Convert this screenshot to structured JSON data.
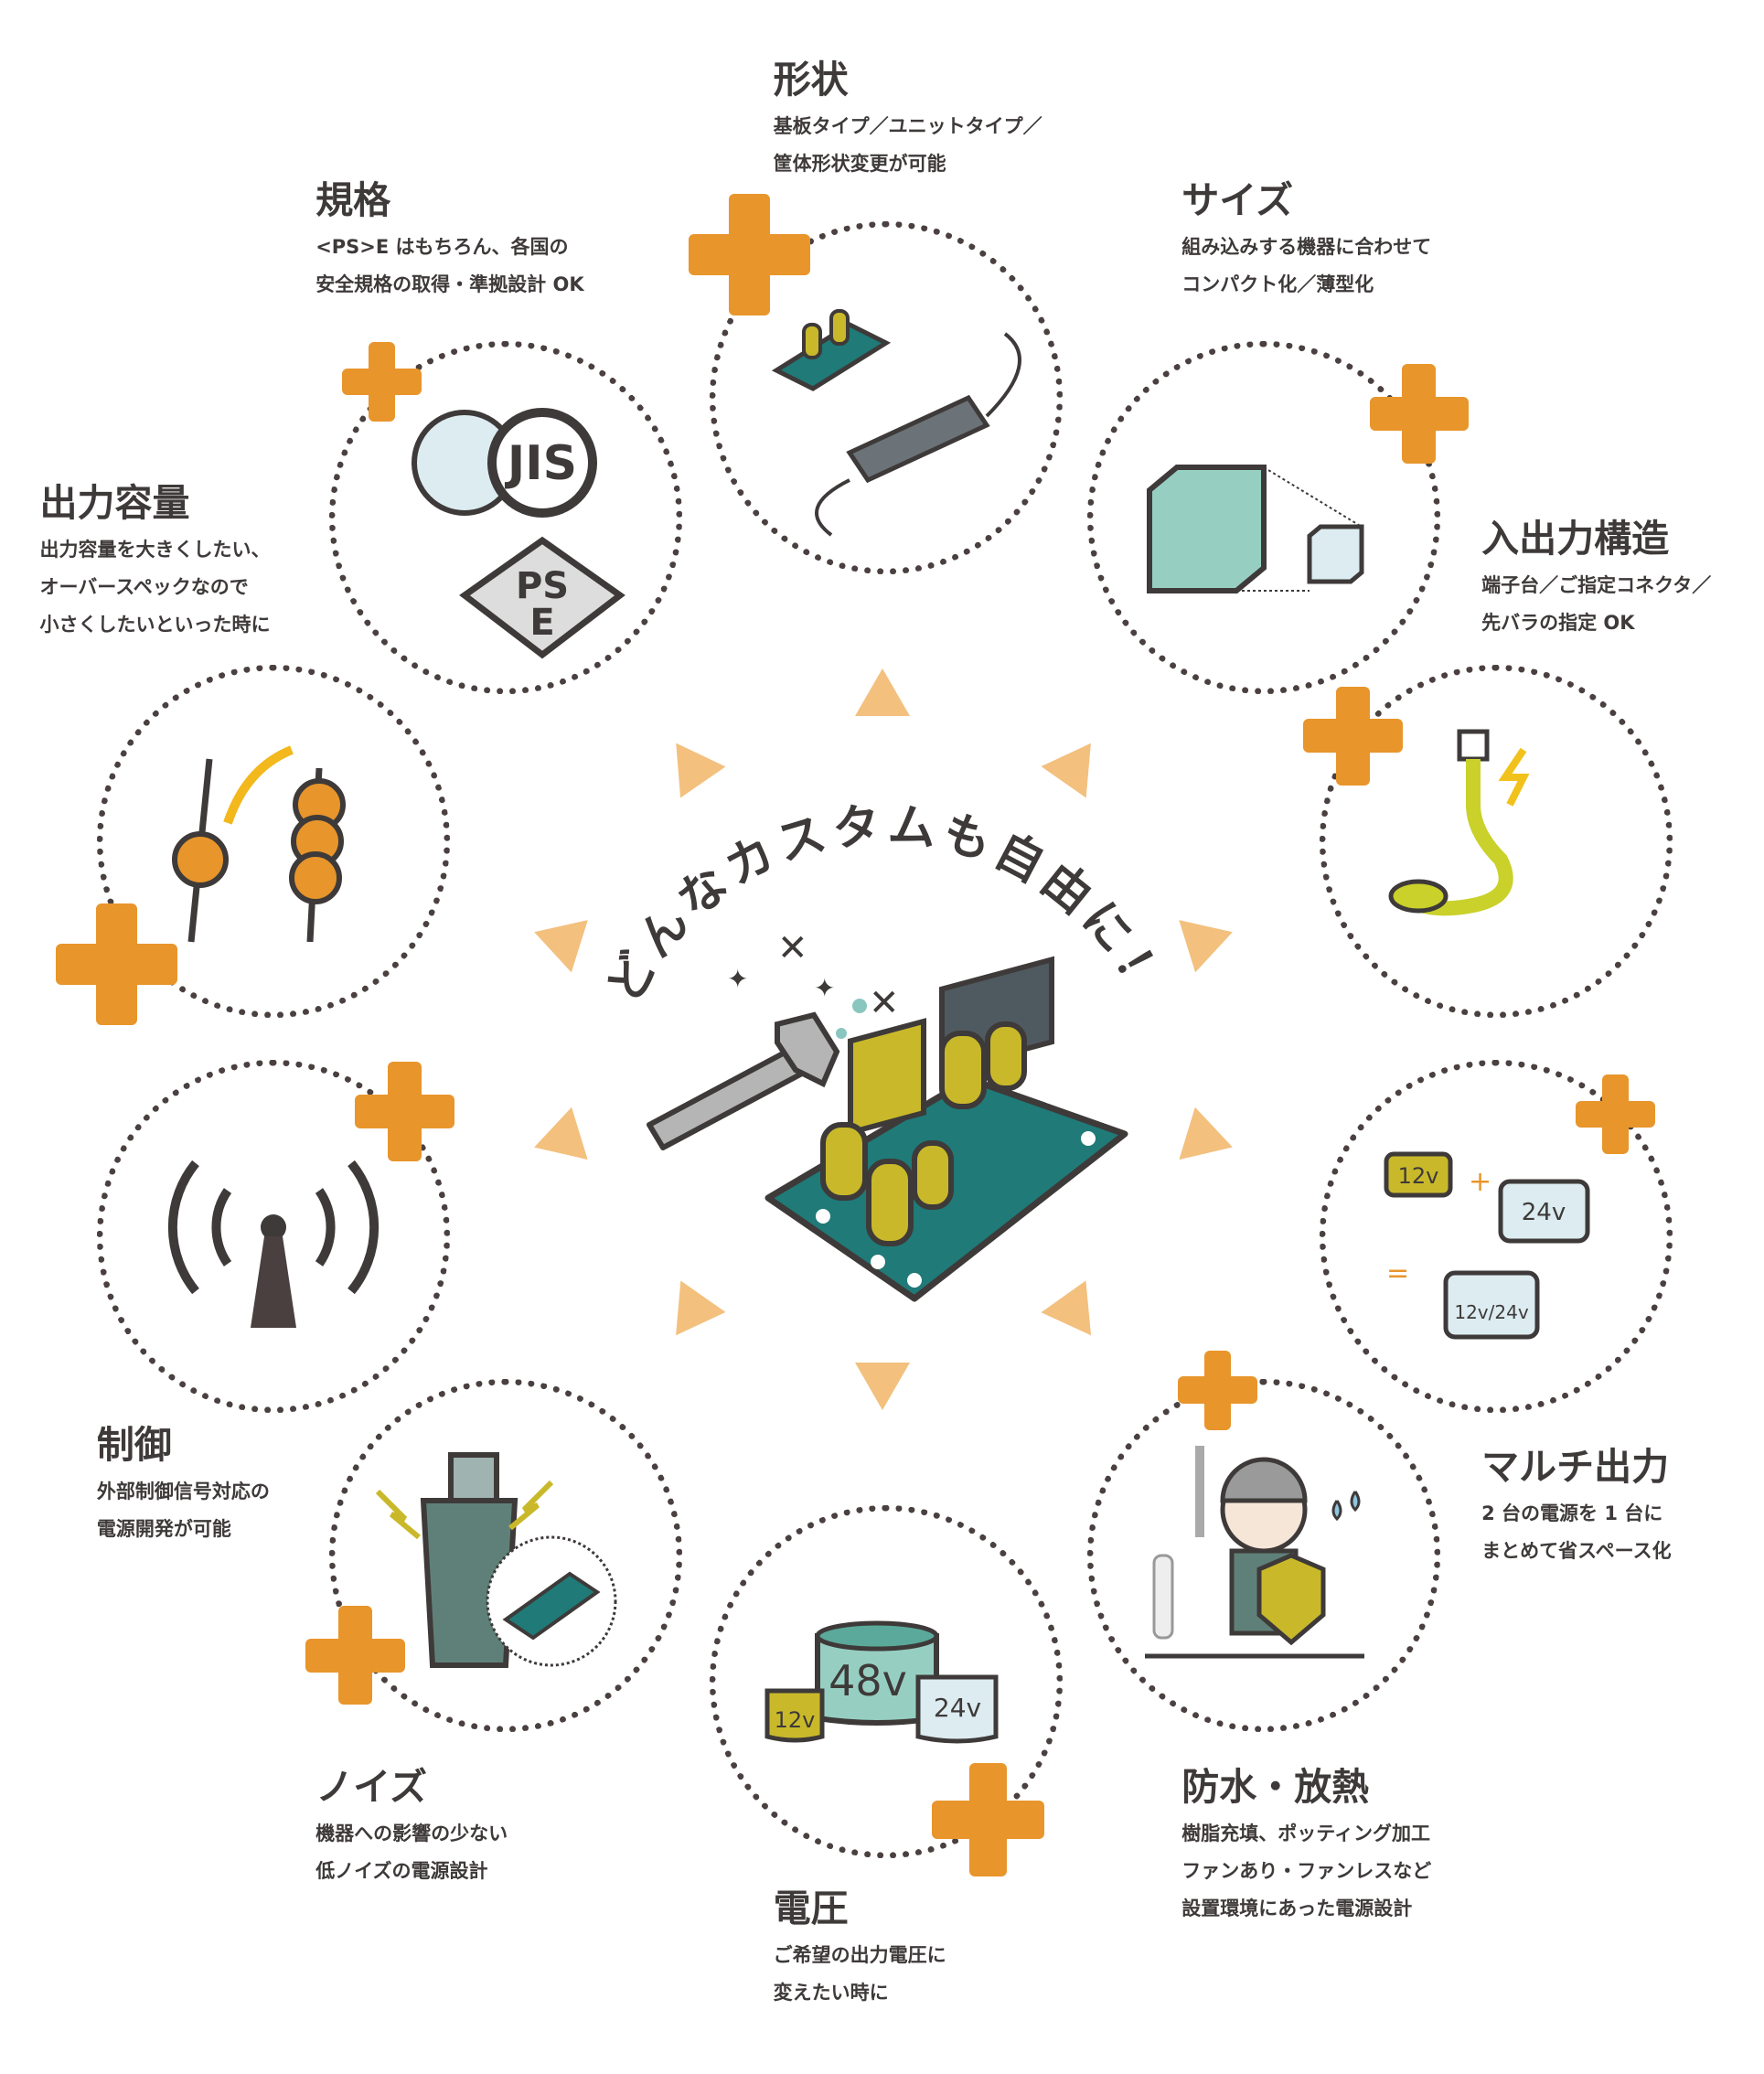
{
  "center": {
    "headline": "どんなカスタムも自由に！"
  },
  "features": [
    {
      "id": "shape",
      "title": "形状",
      "lines": [
        "基板タイプ／ユニットタイプ／",
        "筐体形状変更が可能"
      ]
    },
    {
      "id": "standard",
      "title": "規格",
      "lines": [
        "<PS>E はもちろん、各国の",
        "安全規格の取得・準拠設計 OK"
      ],
      "labels": [
        "JIS",
        "PS",
        "E"
      ]
    },
    {
      "id": "size",
      "title": "サイズ",
      "lines": [
        "組み込みする機器に合わせて",
        "コンパクト化／薄型化"
      ]
    },
    {
      "id": "capacity",
      "title": "出力容量",
      "lines": [
        "出力容量を大きくしたい、",
        "オーバースペックなので",
        "小さくしたいといった時に"
      ]
    },
    {
      "id": "io",
      "title": "入出力構造",
      "lines": [
        "端子台／ご指定コネクタ／",
        "先バラの指定 OK"
      ]
    },
    {
      "id": "control",
      "title": "制御",
      "lines": [
        "外部制御信号対応の",
        "電源開発が可能"
      ]
    },
    {
      "id": "multi",
      "title": "マルチ出力",
      "lines": [
        "2 台の電源を 1 台に",
        "まとめて省スペース化"
      ],
      "labels": [
        "12v",
        "24v",
        "12v/24v"
      ]
    },
    {
      "id": "noise",
      "title": "ノイズ",
      "lines": [
        "機器への影響の少ない",
        "低ノイズの電源設計"
      ]
    },
    {
      "id": "waterproof",
      "title": "防水・放熱",
      "lines": [
        "樹脂充填、ポッティング加工",
        "ファンあり・ファンレスなど",
        "設置環境にあった電源設計"
      ]
    },
    {
      "id": "voltage",
      "title": "電圧",
      "lines": [
        "ご希望の出力電圧に",
        "変えたい時に"
      ],
      "labels": [
        "48v",
        "12v",
        "24v"
      ]
    }
  ],
  "colors": {
    "orange": "#e8952b",
    "triangle": "#f3c07e",
    "dots": "#4a4040",
    "text": "#3e3a39",
    "pcb": "#1f7a78",
    "cap": "#c9b92a",
    "teal": "#96cfc2"
  }
}
